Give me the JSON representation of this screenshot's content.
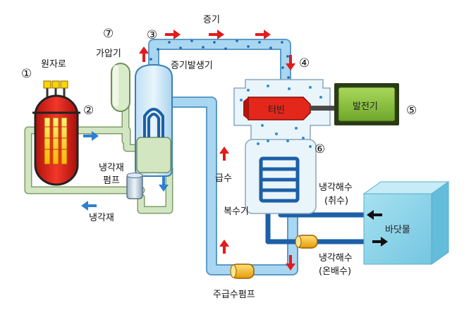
{
  "labels": {
    "reactor": "원자로",
    "pressurizer": "가압기",
    "steam": "증기",
    "steam_generator": "증기발생기",
    "turbine": "터빈",
    "generator": "발전기",
    "feedwater": "급수",
    "condenser": "복수기",
    "main_feed_pump": "주급수펌프",
    "coolant_pump_line1": "냉각재",
    "coolant_pump_line2": "펌프",
    "coolant": "냉각재",
    "seawater_in_line1": "냉각해수",
    "seawater_in_line2": "(취수)",
    "seawater_out_line1": "냉각해수",
    "seawater_out_line2": "(온배수)",
    "sea": "바닷물"
  },
  "markers": {
    "m1": "①",
    "m2": "②",
    "m3": "③",
    "m4": "④",
    "m5": "⑤",
    "m6": "⑥",
    "m7": "⑦"
  },
  "colors": {
    "primary_loop": "#d2e6c2",
    "steam_pipe": "#8fc3e6",
    "condenser_loop": "#1c5fa6",
    "reactor_core": "#e8271b",
    "generator": "#8dc63f",
    "sea": "#8fd3e8",
    "arrow_red": "#e21b1b",
    "arrow_blue": "#2f7fd0"
  }
}
